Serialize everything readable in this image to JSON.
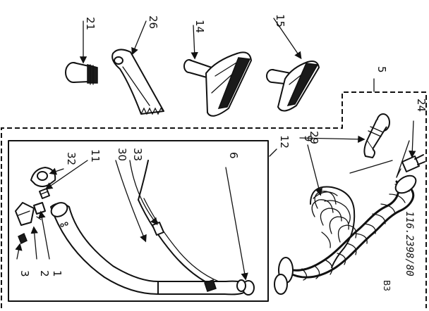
{
  "callouts": {
    "c21": "21",
    "c26": "26",
    "c14": "14",
    "c15": "15",
    "c5": "5",
    "c9": "9",
    "c24": "24",
    "c12": "12",
    "c29": "29",
    "c32": "32",
    "c11": "11",
    "c30": "30",
    "c33": "33",
    "c6": "6",
    "c3": "3",
    "c2": "2",
    "c1": "1"
  },
  "corner_mark": "B3",
  "drawing_number": "116.2398/80",
  "colors": {
    "ink": "#111111",
    "paper": "#ffffff"
  }
}
